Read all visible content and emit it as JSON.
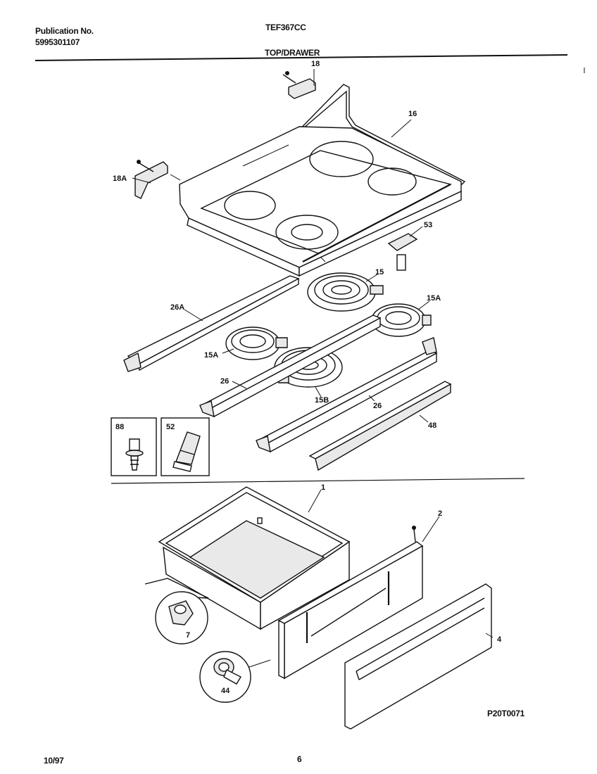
{
  "header": {
    "publication_label": "Publication No.",
    "publication_number": "5995301107",
    "model": "TEF367CC",
    "section_title": "TOP/DRAWER"
  },
  "footer": {
    "date": "10/97",
    "page_number": "6",
    "diagram_code": "P20T0071"
  },
  "part_callouts": [
    "18",
    "16",
    "18A",
    "53",
    "15",
    "15A",
    "26A",
    "15A",
    "26",
    "15B",
    "26",
    "48",
    "88",
    "52",
    "1",
    "2",
    "4",
    "7",
    "44"
  ]
}
